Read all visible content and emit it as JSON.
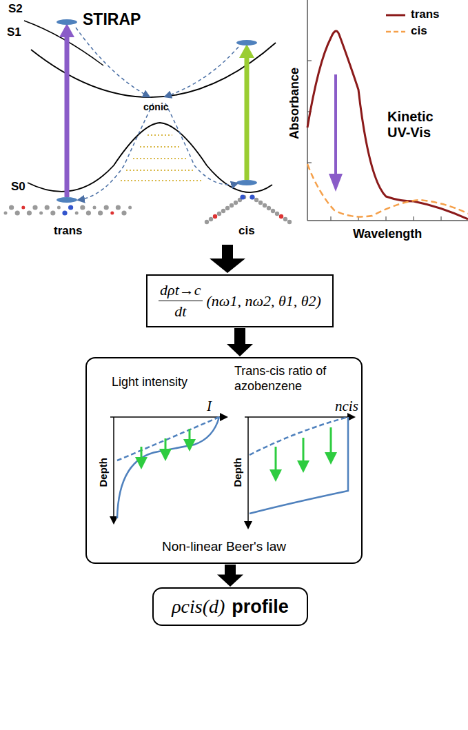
{
  "diagram": {
    "nodes": [
      {
        "text": [
          "dρt→c",
          "dt",
          "(nω1, nω2, θ1, θ2)"
        ]
      },
      {
        "text": [
          "Light intensity",
          "Trans-cis ratio of azobenzene",
          "Non-linear Beer's law"
        ]
      },
      {
        "text": [
          "ρcis(d)",
          "profile"
        ]
      }
    ],
    "edges": [
      {
        "from": 0,
        "to": 1,
        "arrow": "to"
      },
      {
        "from": 1,
        "to": 2,
        "arrow": "to"
      }
    ],
    "labels": [
      "S2",
      "S1",
      "STIRAP",
      "conic",
      "S0",
      "trans",
      "cis",
      "Absorbance",
      "Kinetic UV-Vis",
      "Wavelength",
      "I",
      "Depth",
      "ncis",
      "Depth"
    ],
    "legend": [
      {
        "text": "trans"
      },
      {
        "text": "cis"
      }
    ]
  }
}
